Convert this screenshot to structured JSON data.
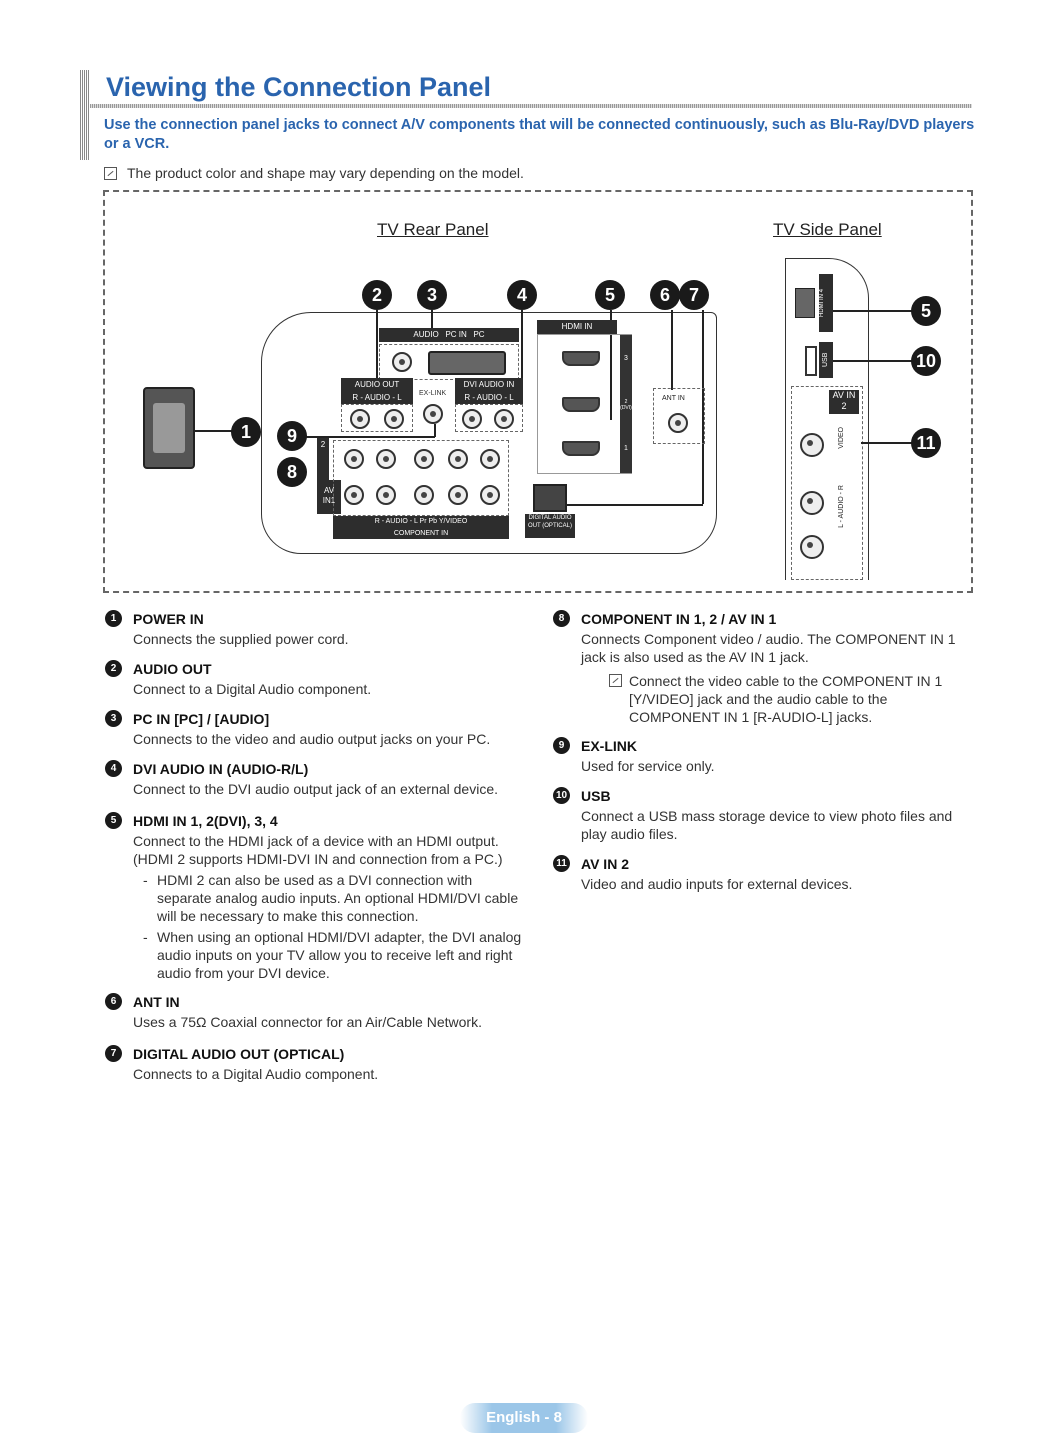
{
  "header": {
    "title": "Viewing the Connection Panel",
    "intro": "Use the connection panel jacks to connect A/V components that will be connected continuously, such as Blu-Ray/DVD players or a VCR.",
    "note": "The product color and shape may vary depending on the model."
  },
  "diagram": {
    "rear_title": "TV Rear Panel",
    "side_title": "TV Side Panel",
    "labels": {
      "audio": "AUDIO",
      "pc_in": "PC IN",
      "pc": "PC",
      "audio_out": "AUDIO OUT",
      "audio_lr": "R - AUDIO - L",
      "dvi_audio_in": "DVI AUDIO IN",
      "ex_link": "EX-LINK",
      "hdmi_in": "HDMI IN",
      "hdmi3": "3",
      "hdmi2": "2 (DVI)",
      "hdmi1": "1",
      "ant_in": "ANT IN",
      "av_in1": "AV IN1",
      "comp_num2": "2",
      "comp_num1": "1",
      "comp_row": "R - AUDIO - L    Pr    Pb    Y/VIDEO",
      "component_in": "COMPONENT IN",
      "digital_audio_out": "DIGITAL AUDIO OUT (OPTICAL)",
      "hdmi_in4": "HDMI IN 4",
      "usb": "USB",
      "av_in2": "AV IN 2",
      "video": "VIDEO",
      "l_audio_r": "L - AUDIO - R"
    },
    "badges": [
      "1",
      "2",
      "3",
      "4",
      "5",
      "6",
      "7",
      "8",
      "9",
      "5",
      "10",
      "11"
    ]
  },
  "items_left": [
    {
      "num": "1",
      "head": "POWER IN",
      "desc": "Connects the supplied power cord."
    },
    {
      "num": "2",
      "head": "AUDIO OUT",
      "desc": "Connect to a Digital Audio component."
    },
    {
      "num": "3",
      "head": "PC IN [PC] / [AUDIO]",
      "desc": "Connects to the video and audio output jacks on your PC."
    },
    {
      "num": "4",
      "head": "DVI AUDIO IN (AUDIO-R/L)",
      "desc": "Connect to the DVI audio output jack of an external device."
    },
    {
      "num": "5",
      "head": "HDMI IN 1, 2(DVI), 3, 4",
      "desc": "Connect to the HDMI jack of a device with an HDMI output. (HDMI 2 supports HDMI-DVI IN and connection from a PC.)",
      "subs": [
        "HDMI 2 can also be used as a DVI connection with separate analog audio inputs. An optional HDMI/DVI cable will be necessary to make this connection.",
        "When using an optional HDMI/DVI adapter, the DVI analog audio inputs on your TV allow you to receive left and right audio from your DVI device."
      ]
    },
    {
      "num": "6",
      "head": "ANT IN",
      "desc": "Uses a 75Ω Coaxial connector for an Air/Cable Network."
    },
    {
      "num": "7",
      "head": "DIGITAL AUDIO OUT (OPTICAL)",
      "desc": "Connects to a Digital Audio component."
    }
  ],
  "items_right": [
    {
      "num": "8",
      "head": "COMPONENT IN 1, 2 / AV IN 1",
      "desc": "Connects Component video / audio. The COMPONENT IN 1 jack is also used as the AV IN 1 jack.",
      "note": "Connect the video cable to the COMPONENT IN 1 [Y/VIDEO] jack and the audio cable to the COMPONENT IN 1 [R-AUDIO-L] jacks."
    },
    {
      "num": "9",
      "head": "EX-LINK",
      "desc": "Used for service only."
    },
    {
      "num": "10",
      "head": "USB",
      "desc": "Connect a USB mass storage device to view photo files and play audio files."
    },
    {
      "num": "11",
      "head": "AV IN 2",
      "desc": "Video and audio inputs for external devices."
    }
  ],
  "footer": {
    "page_label": "English - 8"
  }
}
